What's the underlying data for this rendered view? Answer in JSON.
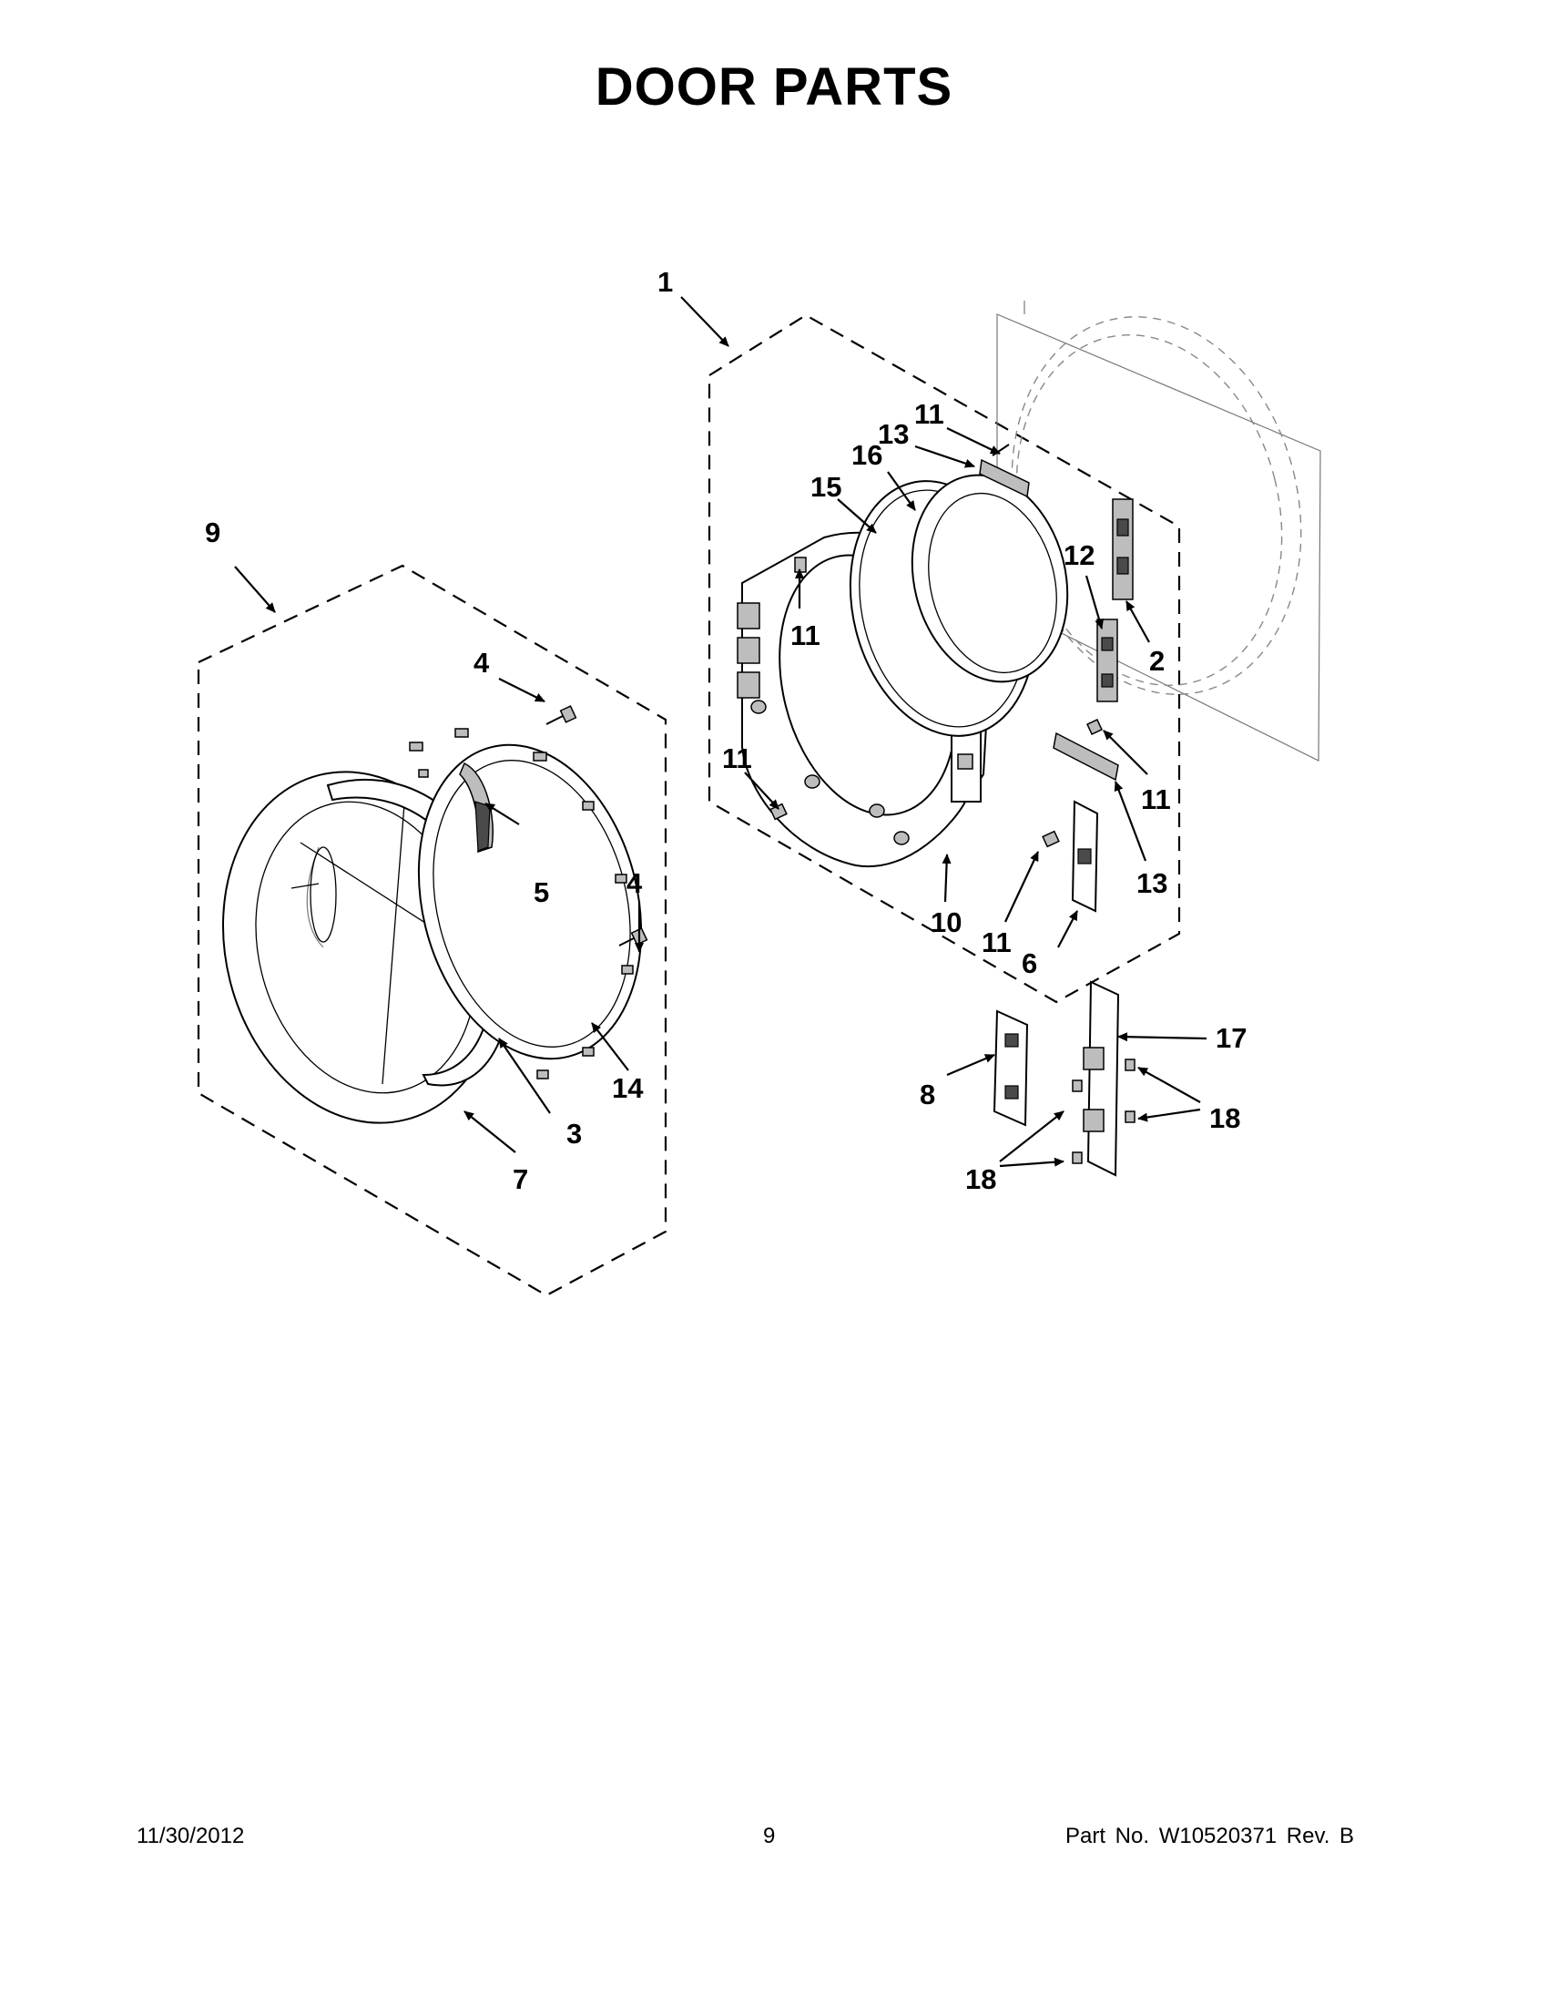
{
  "title": "DOOR PARTS",
  "callouts": [
    {
      "label": "1"
    },
    {
      "label": "9"
    },
    {
      "label": "4"
    },
    {
      "label": "5"
    },
    {
      "label": "4"
    },
    {
      "label": "14"
    },
    {
      "label": "3"
    },
    {
      "label": "7"
    },
    {
      "label": "11"
    },
    {
      "label": "13"
    },
    {
      "label": "16"
    },
    {
      "label": "15"
    },
    {
      "label": "11"
    },
    {
      "label": "12"
    },
    {
      "label": "2"
    },
    {
      "label": "11"
    },
    {
      "label": "11"
    },
    {
      "label": "13"
    },
    {
      "label": "10"
    },
    {
      "label": "11"
    },
    {
      "label": "6"
    },
    {
      "label": "17"
    },
    {
      "label": "8"
    },
    {
      "label": "18"
    },
    {
      "label": "18"
    }
  ],
  "footer": {
    "date": "11/30/2012",
    "page": "9",
    "part_no": "Part No.  W10520371  Rev.  B"
  }
}
